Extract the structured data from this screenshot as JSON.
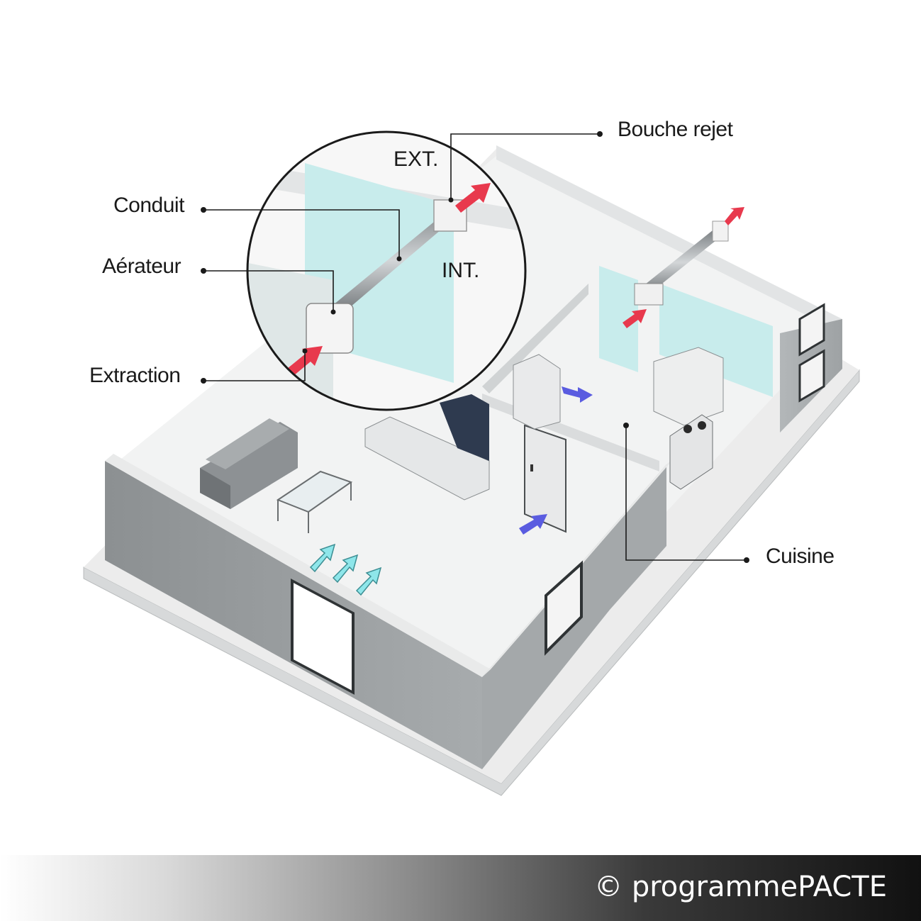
{
  "labels": {
    "bouche_rejet": "Bouche rejet",
    "conduit": "Conduit",
    "aerateur": "Aérateur",
    "extraction": "Extraction",
    "cuisine": "Cuisine",
    "ext": "EXT.",
    "int": "INT."
  },
  "copyright": "© programmePACTE",
  "colors": {
    "extract_arrow": "#e8394d",
    "transfer_arrow": "#5a5ce0",
    "fresh_air_arrow": "#8ee6ea",
    "wall_tint": "#c8ecec"
  }
}
